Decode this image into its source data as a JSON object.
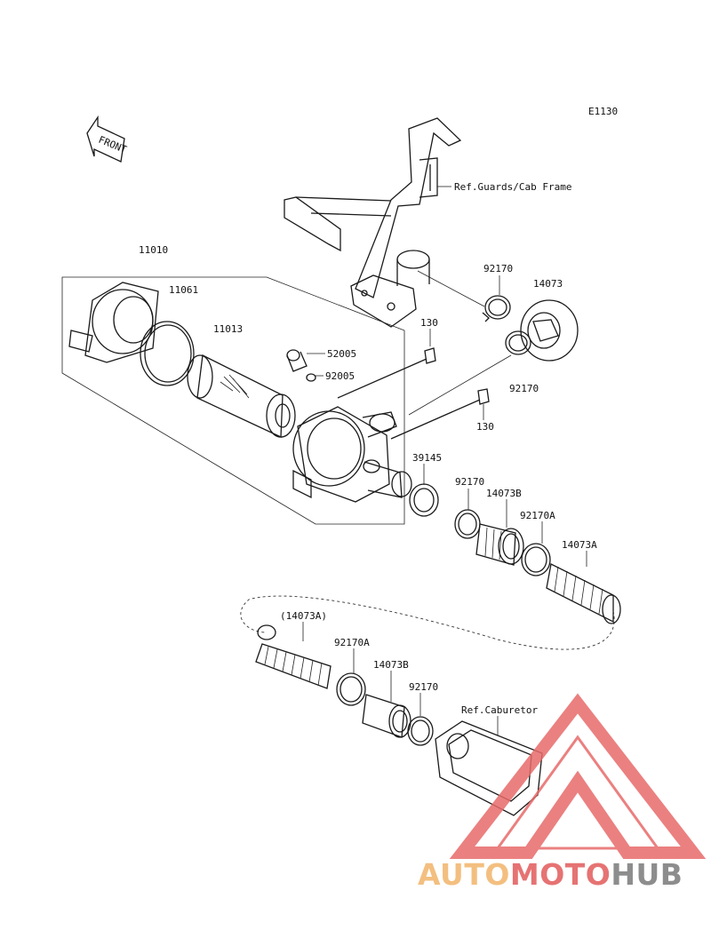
{
  "diagram_code": "E1130",
  "front_label": "FRONT",
  "refs": {
    "guards_frame": "Ref.Guards/Cab Frame",
    "carburetor": "Ref.Caburetor"
  },
  "part_labels": [
    {
      "id": "p11010",
      "text": "11010"
    },
    {
      "id": "p11061",
      "text": "11061"
    },
    {
      "id": "p11013",
      "text": "11013"
    },
    {
      "id": "p52005",
      "text": "52005"
    },
    {
      "id": "p92005",
      "text": "92005"
    },
    {
      "id": "p130a",
      "text": "130"
    },
    {
      "id": "p130b",
      "text": "130"
    },
    {
      "id": "p92170a",
      "text": "92170"
    },
    {
      "id": "p14073",
      "text": "14073"
    },
    {
      "id": "p92170b",
      "text": "92170"
    },
    {
      "id": "p39145",
      "text": "39145"
    },
    {
      "id": "p92170c",
      "text": "92170"
    },
    {
      "id": "p14073B",
      "text": "14073B"
    },
    {
      "id": "p92170A",
      "text": "92170A"
    },
    {
      "id": "p14073A",
      "text": "14073A"
    },
    {
      "id": "p14073Ap",
      "text": "(14073A)"
    },
    {
      "id": "p92170A2",
      "text": "92170A"
    },
    {
      "id": "p14073B2",
      "text": "14073B"
    },
    {
      "id": "p92170d",
      "text": "92170"
    }
  ],
  "watermark": {
    "part1": "AUTO",
    "part2": "MOTO",
    "part3": "HUB",
    "colors": {
      "auto": "#f2b46a",
      "moto": "#e25b5b",
      "hub": "#7a7a7a",
      "triangle": "#e86a6a"
    }
  }
}
